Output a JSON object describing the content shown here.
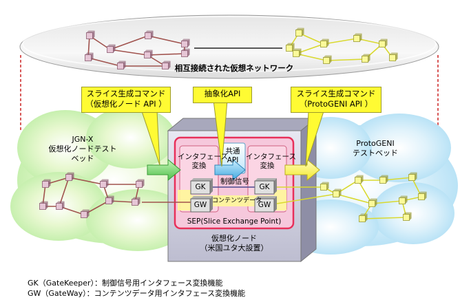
{
  "virtual_network_label": "相互接続された仮想ネットワーク",
  "callouts": {
    "left": [
      "スライス生成コマンド",
      "（仮想化ノード API ）"
    ],
    "center": [
      "抽象化API"
    ],
    "right": [
      "スライス生成コマンド",
      "（ProtoGENI API ）"
    ]
  },
  "jgn": [
    "JGN-X",
    "仮想化ノードテスト",
    "ベッド"
  ],
  "protogeni": [
    "ProtoGENI",
    "テストベッド"
  ],
  "sep": {
    "left_box": [
      "インタフェース",
      "変換"
    ],
    "common_api": [
      "共通",
      "API"
    ],
    "right_box": [
      "インタフェース",
      "変換"
    ],
    "control_signal": "制御信号",
    "content_data": "コンテンツデータ",
    "gk": "GK",
    "gw": "GW",
    "label": "SEP(Slice Exchange Point)"
  },
  "node": [
    "仮想化ノード",
    "（米国ユタ大設置）"
  ],
  "legend": [
    "GK（GateKeeper）：制御信号用インタフェース変換機能",
    "GW（GateWay）：コンテンツデータ用インタフェース変換機能"
  ],
  "colors": {
    "brown_net": "#a0524d",
    "yellow_net": "#d9d92e",
    "callout_fill": "#fffb33",
    "sep_border": "#e8305a",
    "red_dashed": "#cc2222"
  }
}
